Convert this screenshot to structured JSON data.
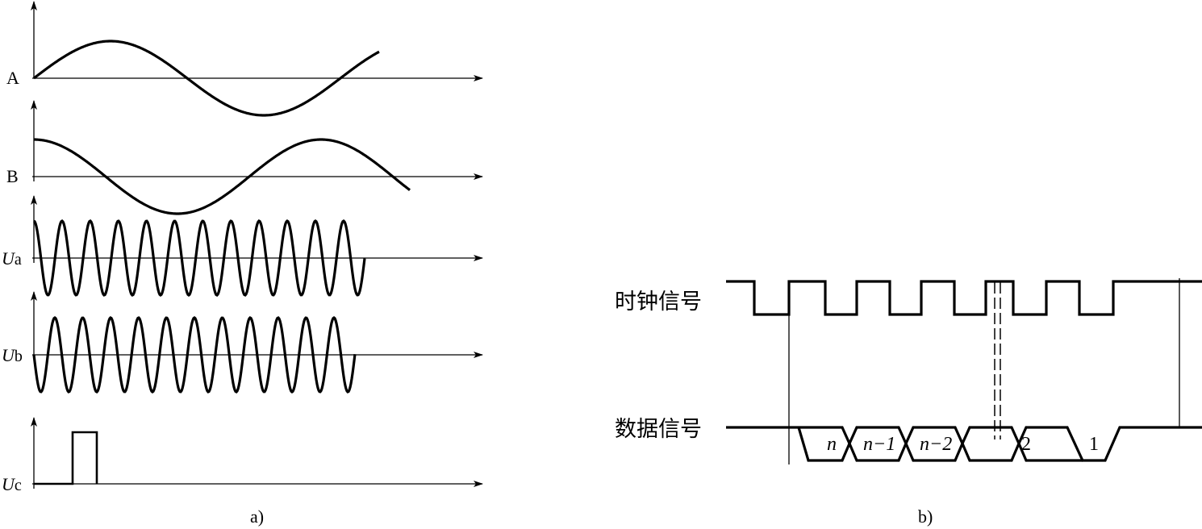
{
  "panel_a": {
    "caption": "a)",
    "signals": [
      {
        "name": "A",
        "sub": ""
      },
      {
        "name": "B",
        "sub": ""
      },
      {
        "name": "U",
        "sub": "a"
      },
      {
        "name": "U",
        "sub": "b"
      },
      {
        "name": "U",
        "sub": "c"
      }
    ]
  },
  "panel_b": {
    "caption": "b)",
    "clock_label": "时钟信号",
    "data_label": "数据信号",
    "data_cells": [
      "n",
      "n−1",
      "n−2",
      "2",
      "1"
    ]
  },
  "colors": {
    "ink": "#000000",
    "background": "#ffffff"
  }
}
